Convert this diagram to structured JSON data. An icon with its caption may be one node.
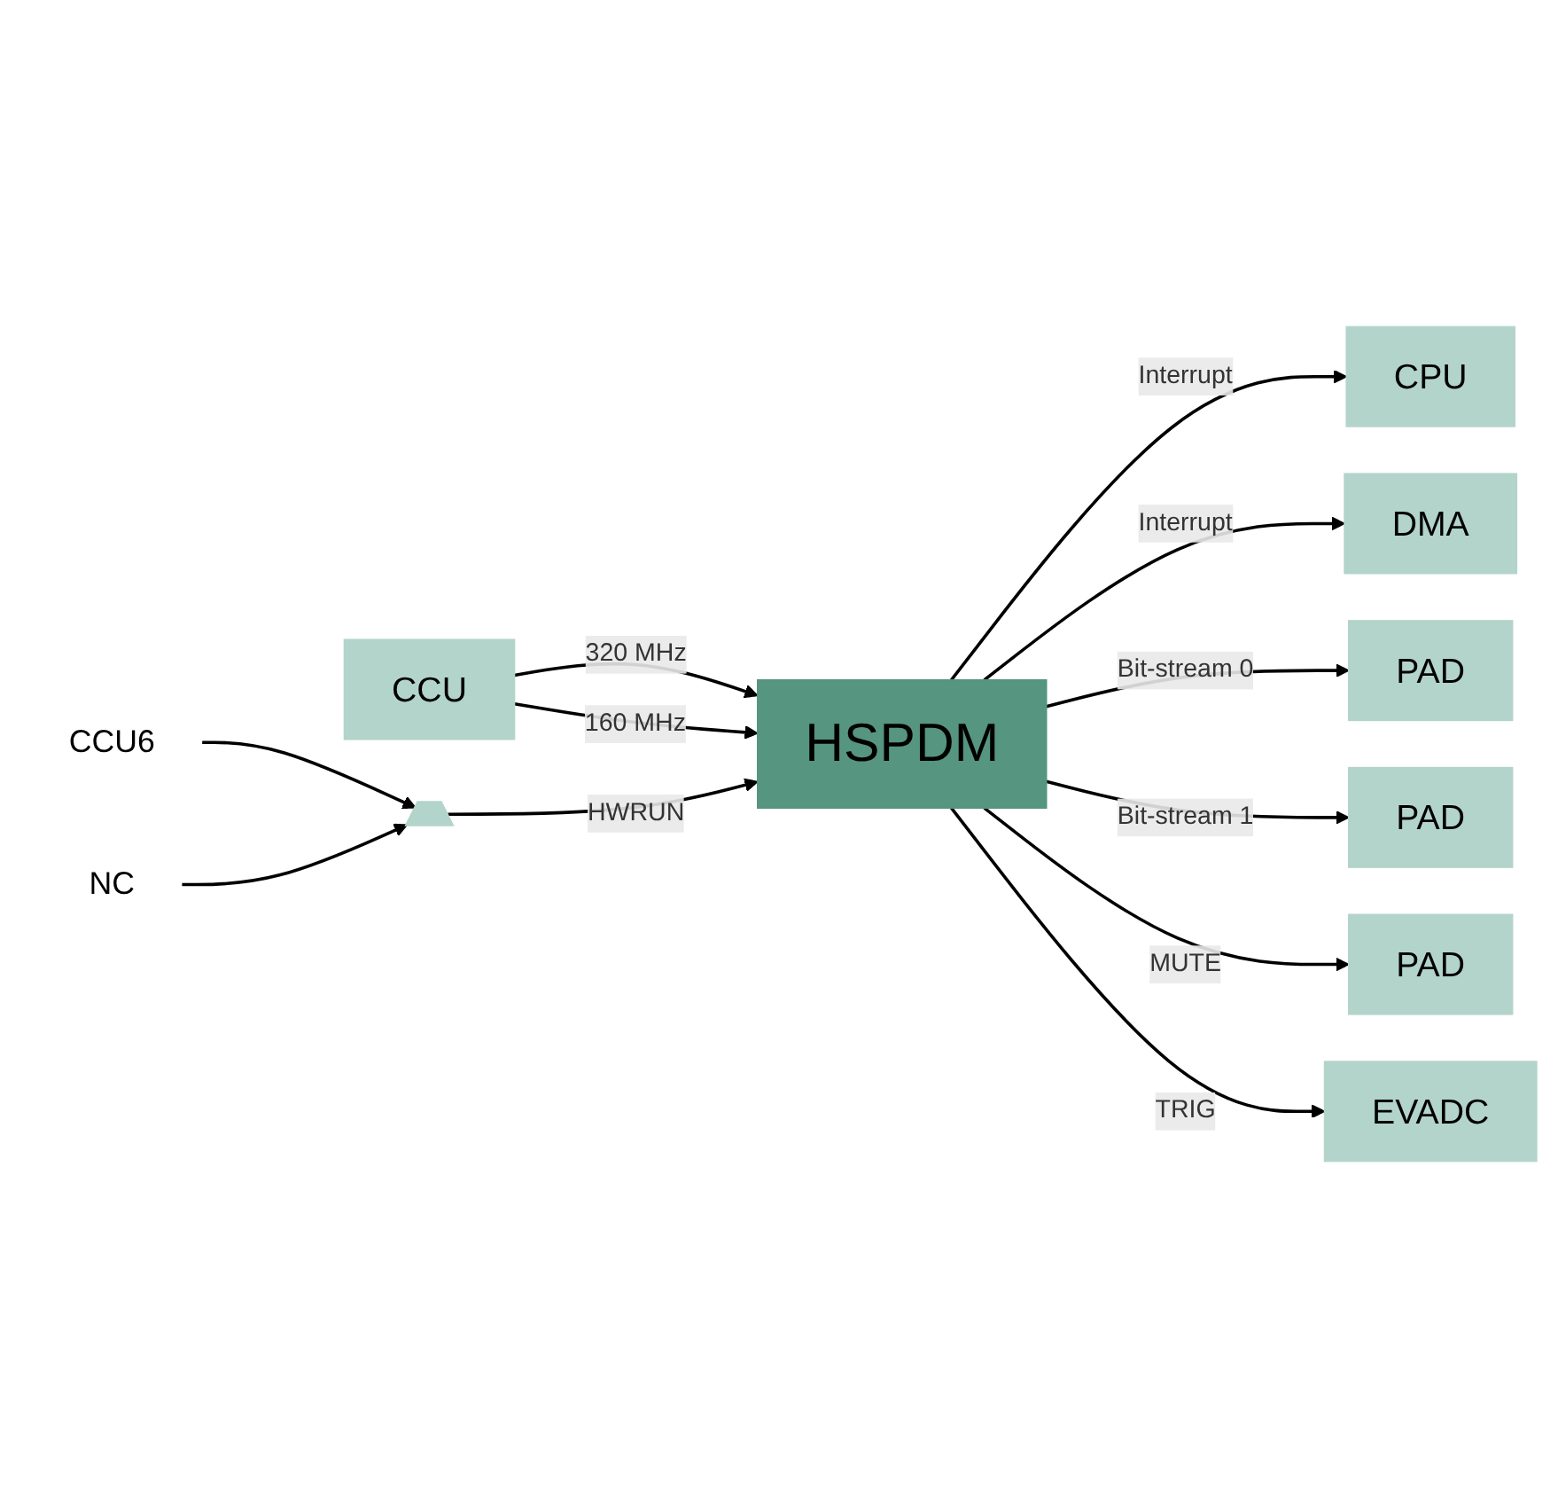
{
  "diagram": {
    "nodes": [
      {
        "text": [
          "CCU"
        ]
      },
      {
        "text": [
          "CCU6"
        ]
      },
      {
        "text": [
          "NC"
        ]
      },
      {
        "text": [],
        "shape": "trapezoid"
      },
      {
        "text": [
          "CPU"
        ]
      },
      {
        "text": [
          "DMA"
        ]
      },
      {
        "text": [
          "HSPDM"
        ]
      },
      {
        "text": [
          "PAD"
        ]
      },
      {
        "text": [
          "PAD"
        ]
      },
      {
        "text": [
          "PAD"
        ]
      },
      {
        "text": [
          "EVADC"
        ]
      }
    ],
    "edges": [
      {
        "from": 0,
        "to": 6,
        "arrow": "to",
        "label": "320 MHz"
      },
      {
        "from": 0,
        "to": 6,
        "arrow": "to",
        "label": "160 MHz"
      },
      {
        "from": 1,
        "to": 3,
        "arrow": "to"
      },
      {
        "from": 2,
        "to": 3,
        "arrow": "to"
      },
      {
        "from": 3,
        "to": 6,
        "arrow": "to",
        "label": "HWRUN"
      },
      {
        "from": 6,
        "to": 4,
        "arrow": "to",
        "label": "Interrupt"
      },
      {
        "from": 6,
        "to": 5,
        "arrow": "to",
        "label": "Interrupt"
      },
      {
        "from": 6,
        "to": 7,
        "arrow": "to",
        "label": "Bit-stream 0"
      },
      {
        "from": 6,
        "to": 8,
        "arrow": "to",
        "label": "Bit-stream 1"
      },
      {
        "from": 6,
        "to": 9,
        "arrow": "to",
        "label": "MUTE"
      },
      {
        "from": 6,
        "to": 10,
        "arrow": "to",
        "label": "TRIG"
      }
    ]
  }
}
